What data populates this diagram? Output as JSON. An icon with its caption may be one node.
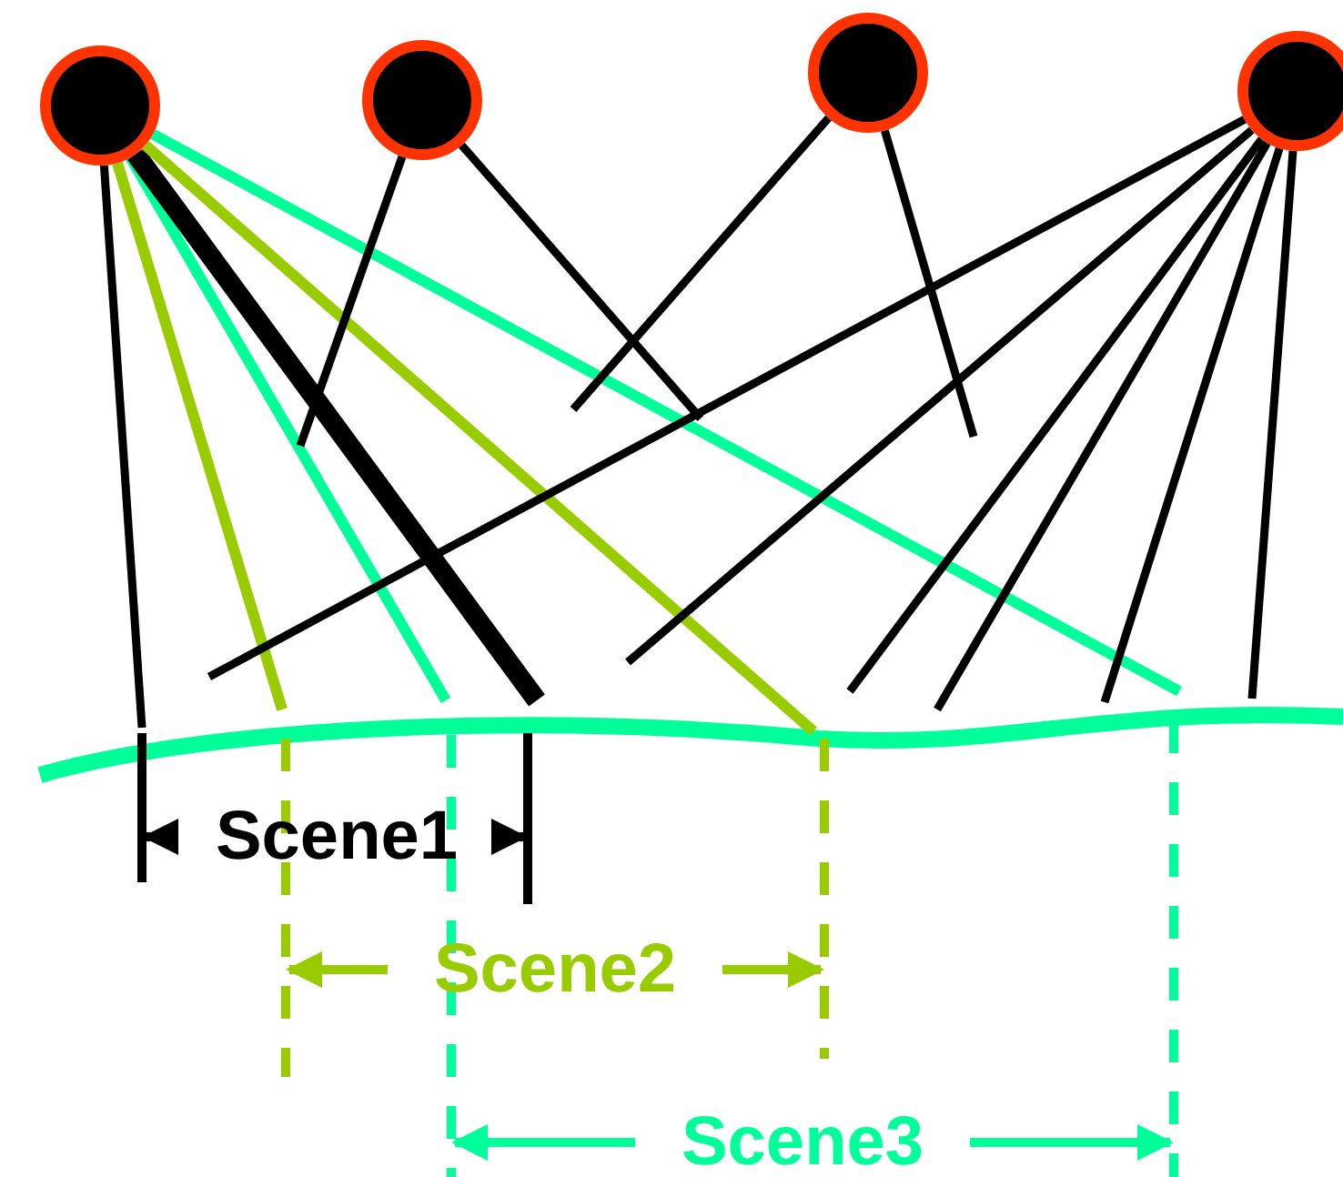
{
  "diagram": {
    "nodes": [
      {
        "text": [],
        "shape": "circle"
      },
      {
        "text": [],
        "shape": "circle"
      },
      {
        "text": [],
        "shape": "circle"
      },
      {
        "text": [],
        "shape": "circle"
      }
    ],
    "edges": [
      {
        "from": 0,
        "to": null,
        "arrow": "none"
      },
      {
        "from": 0,
        "to": null,
        "arrow": "none",
        "color": "#99cc00"
      },
      {
        "from": 0,
        "to": null,
        "arrow": "none",
        "color": "#00ff99"
      },
      {
        "from": 0,
        "to": null,
        "arrow": "none",
        "style": "thick"
      },
      {
        "from": 0,
        "to": null,
        "arrow": "none",
        "color": "#99cc00"
      },
      {
        "from": 0,
        "to": null,
        "arrow": "none",
        "color": "#00ff99"
      },
      {
        "from": 1,
        "to": null,
        "arrow": "none"
      },
      {
        "from": 1,
        "to": null,
        "arrow": "none"
      },
      {
        "from": 2,
        "to": null,
        "arrow": "none"
      },
      {
        "from": 2,
        "to": null,
        "arrow": "none"
      },
      {
        "from": 3,
        "to": null,
        "arrow": "none"
      },
      {
        "from": 3,
        "to": null,
        "arrow": "none"
      },
      {
        "from": 3,
        "to": null,
        "arrow": "none"
      },
      {
        "from": 3,
        "to": null,
        "arrow": "none"
      },
      {
        "from": 3,
        "to": null,
        "arrow": "none"
      },
      {
        "from": 3,
        "to": null,
        "arrow": "none"
      }
    ],
    "labels": [
      "Scene1",
      "Scene2",
      "Scene3"
    ]
  }
}
